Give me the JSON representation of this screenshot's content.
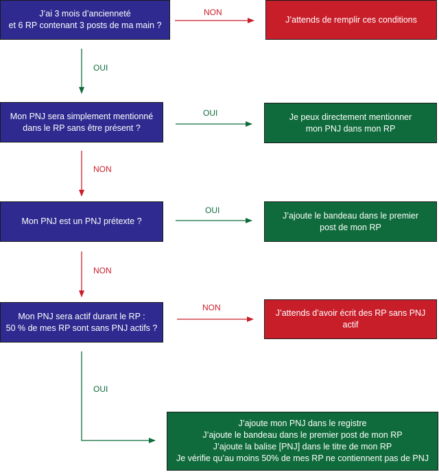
{
  "colors": {
    "question": "#2e2a8f",
    "negative": "#c81e2a",
    "positive": "#0f6b3b"
  },
  "nodes": {
    "q1": [
      "J’ai 3 mois d’ancienneté",
      "et 6 RP contenant 3 posts de ma main ?"
    ],
    "q2": [
      "Mon PNJ sera simplement mentionné",
      "dans le RP sans être présent ?"
    ],
    "q3": [
      "Mon PNJ est un PNJ prétexte ?"
    ],
    "q4": [
      "Mon PNJ sera actif durant le RP :",
      "50 % de mes RP sont sans PNJ actifs ?"
    ],
    "r1": [
      "J’attends de remplir ces conditions"
    ],
    "r2": [
      "Je peux directement mentionner",
      "mon PNJ dans mon RP"
    ],
    "r3": [
      "J’ajoute le bandeau dans le premier",
      "post de mon RP"
    ],
    "r4": [
      "J’attends d’avoir écrit des RP sans PNJ",
      "actif"
    ],
    "r5": [
      "J’ajoute mon PNJ dans le registre",
      "J’ajoute le bandeau dans le premier post de mon RP",
      "J’ajoute la balise [PNJ] dans le titre de mon RP",
      "Je vérifie qu’au moins 50% de mes RP ne contiennent pas de PNJ"
    ]
  },
  "edges": {
    "q1_r1": "NON",
    "q1_q2": "OUI",
    "q2_r2": "OUI",
    "q2_q3": "NON",
    "q3_r3": "OUI",
    "q3_q4": "NON",
    "q4_r4": "NON",
    "q4_r5": "OUI"
  }
}
